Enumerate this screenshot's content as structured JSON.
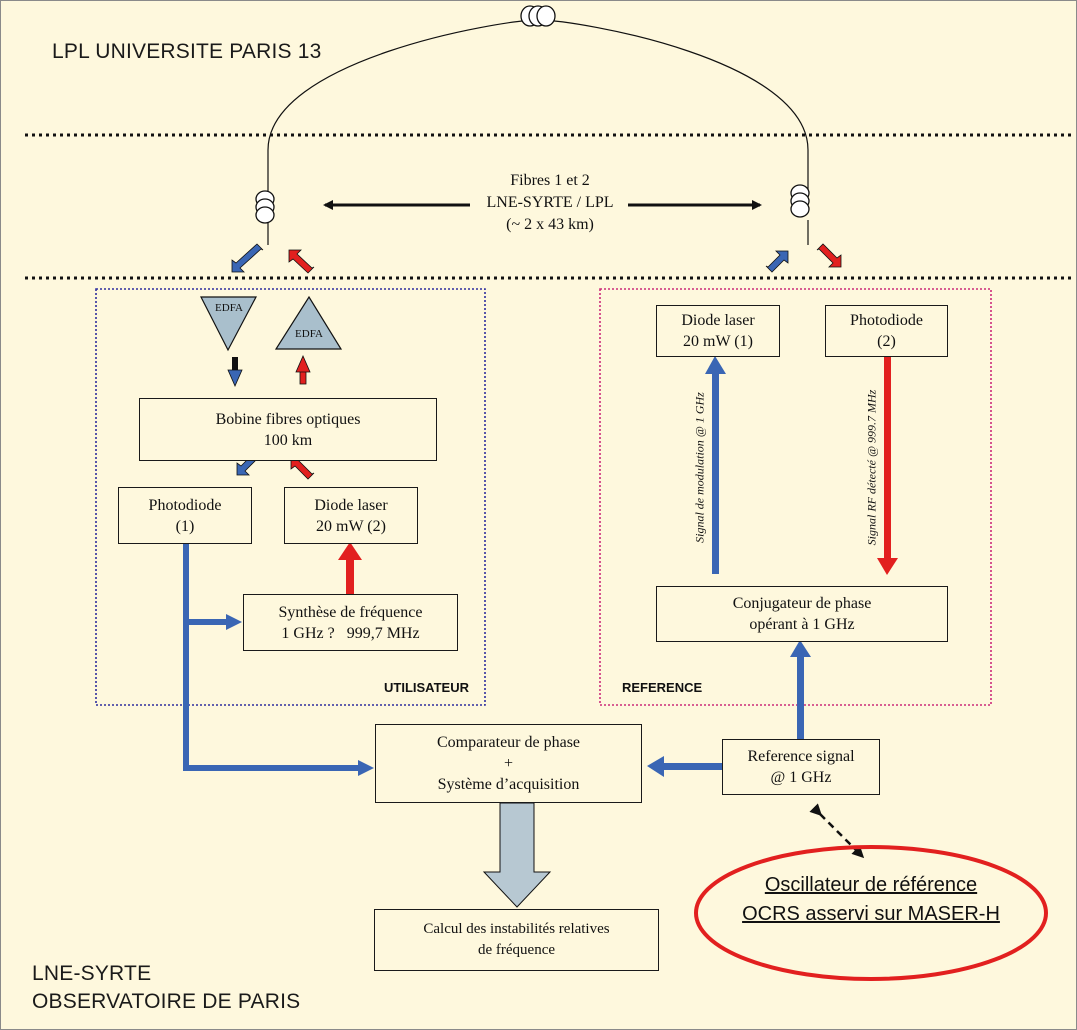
{
  "regions": {
    "top": "LPL UNIVERSITE PARIS 13",
    "bottom_line1": "LNE-SYRTE",
    "bottom_line2": "OBSERVATOIRE DE PARIS"
  },
  "fibres": {
    "line1": "Fibres 1 et 2",
    "line2": "LNE-SYRTE / LPL",
    "line3": "(~ 2 x 43 km)"
  },
  "utilisateur": {
    "label": "UTILISATEUR",
    "edfa_left": "EDFA",
    "edfa_right": "EDFA",
    "bobine_line1": "Bobine fibres optiques",
    "bobine_line2": "100 km",
    "photodiode_line1": "Photodiode",
    "photodiode_line2": "(1)",
    "diode_line1": "Diode laser",
    "diode_line2": "20 mW (2)",
    "synth_line1": "Synthèse de fréquence",
    "synth_line2": "1 GHz ?   999,7 MHz"
  },
  "reference": {
    "label": "REFERENCE",
    "diode_line1": "Diode laser",
    "diode_line2": "20 mW (1)",
    "photodiode_line1": "Photodiode",
    "photodiode_line2": "(2)",
    "mod_label": "Signal de modulation @ 1 GHz",
    "rf_label": "Signal RF détecté @ 999.7 MHz",
    "conj_line1": "Conjugateur de phase",
    "conj_line2": "opérant à 1 GHz"
  },
  "comparateur": {
    "line1": "Comparateur de phase",
    "line2": "+",
    "line3": "Système d’acquisition"
  },
  "ref_signal": {
    "line1": "Reference signal",
    "line2": "@ 1 GHz"
  },
  "calcul": {
    "line1": "Calcul des instabilités relatives",
    "line2": "de fréquence"
  },
  "oscillateur": {
    "line1": "Oscillateur de référence",
    "line2": "OCRS asservi sur MASER-H"
  },
  "colors": {
    "background": "#fef8dd",
    "blue_arrow": "#3a66b4",
    "red_arrow": "#e2201f",
    "edfa_fill": "#a9bfcc",
    "utilisateur_border": "#2e2e9e",
    "reference_border": "#cc2a7a",
    "oval": "#e2201f",
    "gray_arrow": "#b7c8d2"
  }
}
